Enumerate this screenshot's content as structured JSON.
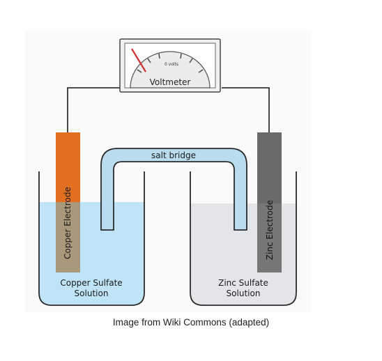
{
  "diagram": {
    "voltmeter": {
      "label": "Voltmeter",
      "scale_label": "0 volts"
    },
    "salt_bridge_label": "salt bridge",
    "left_cell": {
      "electrode_label": "Copper Electrode",
      "solution_line1": "Copper Sulfate",
      "solution_line2": "Solution",
      "electrode_color": "#e07020",
      "solution_color": "#bfe4f7"
    },
    "right_cell": {
      "electrode_label": "Zinc Electrode",
      "solution_line1": "Zinc Sulfate",
      "solution_line2": "Solution",
      "electrode_color": "#6b6b6b",
      "solution_color": "#e4e5e8"
    },
    "bridge_color": "#b9dcee",
    "needle_color": "#d03030"
  },
  "caption": "Image from Wiki Commons (adapted)"
}
